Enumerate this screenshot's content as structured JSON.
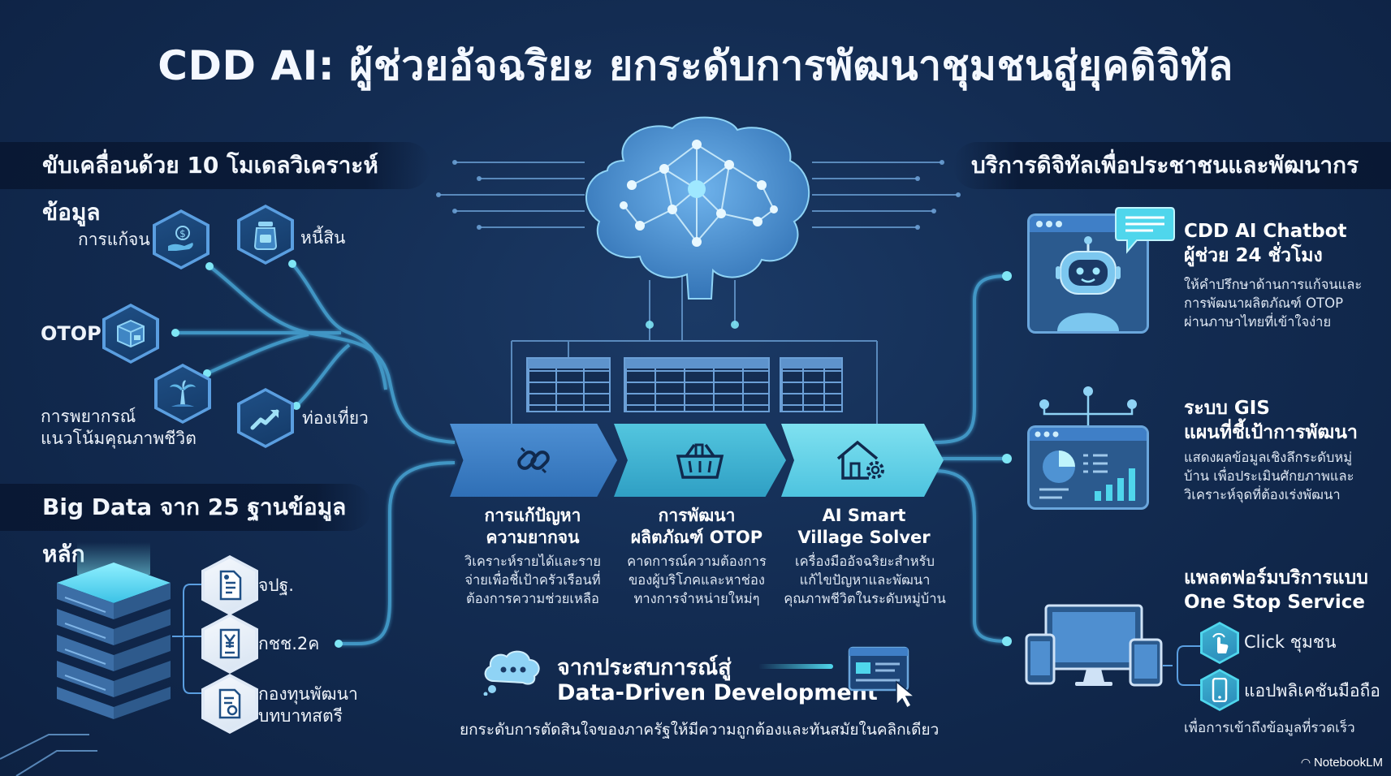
{
  "title": "CDD AI: ผู้ช่วยอัจฉริยะ ยกระดับการพัฒนาชุมชนสู่ยุคดิจิทัล",
  "left_section": {
    "heading": "ขับเคลื่อนด้วย 10 โมเดลวิเคราะห์ข้อมูล",
    "models": [
      {
        "label": "การแก้จน",
        "icon": "money-hand-icon"
      },
      {
        "label": "หนี้สิน",
        "icon": "money-jar-icon"
      },
      {
        "label": "OTOP",
        "icon": "package-box-icon"
      },
      {
        "label": "การพยากรณ์\nแนวโน้มคุณภาพชีวิต",
        "icon": "palm-tree-icon"
      },
      {
        "label": "ท่องเที่ยว",
        "icon": "trend-up-icon"
      }
    ]
  },
  "bigdata_section": {
    "heading": "Big Data จาก 25 ฐานข้อมูลหลัก",
    "databases": [
      {
        "label": "จปฐ.",
        "icon": "document-icon"
      },
      {
        "label": "กชช.2ค",
        "icon": "id-card-document-icon"
      },
      {
        "label": "กองทุนพัฒนา\nบทบาทสตรี",
        "icon": "certificate-document-icon"
      }
    ]
  },
  "process_steps": [
    {
      "title": "การแก้ปัญหา\nความยากจน",
      "desc": "วิเคราะห์รายได้และราย\nจ่ายเพื่อชี้เป้าครัวเรือนที่\nต้องการความช่วยเหลือ",
      "icon": "chain-link-icon"
    },
    {
      "title": "การพัฒนา\nผลิตภัณฑ์ OTOP",
      "desc": "คาดการณ์ความต้องการ\nของผู้บริโภคและหาช่อง\nทางการจำหน่ายใหม่ๆ",
      "icon": "shopping-basket-icon"
    },
    {
      "title": "AI Smart\nVillage Solver",
      "desc": "เครื่องมืออัจฉริยะสำหรับ\nแก้ไขปัญหาและพัฒนา\nคุณภาพชีวิตในระดับหมู่บ้าน",
      "icon": "house-gear-icon"
    }
  ],
  "data_driven": {
    "title_line1": "จากประสบการณ์สู่",
    "title_line2": "Data-Driven Development",
    "caption": "ยกระดับการตัดสินใจของภาครัฐให้มีความถูกต้องและทันสมัยในคลิกเดียว"
  },
  "right_section": {
    "heading": "บริการดิจิทัลเพื่อประชาชนและพัฒนากร",
    "services": [
      {
        "title": "CDD AI Chatbot\nผู้ช่วย 24 ชั่วโมง",
        "desc": "ให้คำปรึกษาด้านการแก้จนและ\nการพัฒนาผลิตภัณฑ์ OTOP\nผ่านภาษาไทยที่เข้าใจง่าย",
        "icon": "chatbot-robot-icon"
      },
      {
        "title": "ระบบ GIS\nแผนที่ชี้เป้าการพัฒนา",
        "desc": "แสดงผลข้อมูลเชิงลึกระดับหมู่\nบ้าน เพื่อประเมินศักยภาพและ\nวิเคราะห์จุดที่ต้องเร่งพัฒนา",
        "icon": "gis-dashboard-icon"
      },
      {
        "title": "แพลตฟอร์มบริการแบบ\nOne Stop Service",
        "icon": "multi-device-icon",
        "options": [
          {
            "label": "Click ชุมชน",
            "icon": "finger-tap-icon"
          },
          {
            "label": "แอปพลิเคชันมือถือ",
            "icon": "smartphone-icon"
          }
        ],
        "footer": "เพื่อการเข้าถึงข้อมูลที่รวดเร็ว"
      }
    ]
  },
  "watermark": "NotebookLM",
  "colors": {
    "background": "#132c52",
    "accent_cyan": "#4fd6ec",
    "accent_blue": "#5a9ee0",
    "chevron_1": "#3f7fc7",
    "chevron_2": "#3fb6d4",
    "chevron_3": "#55cde2"
  }
}
